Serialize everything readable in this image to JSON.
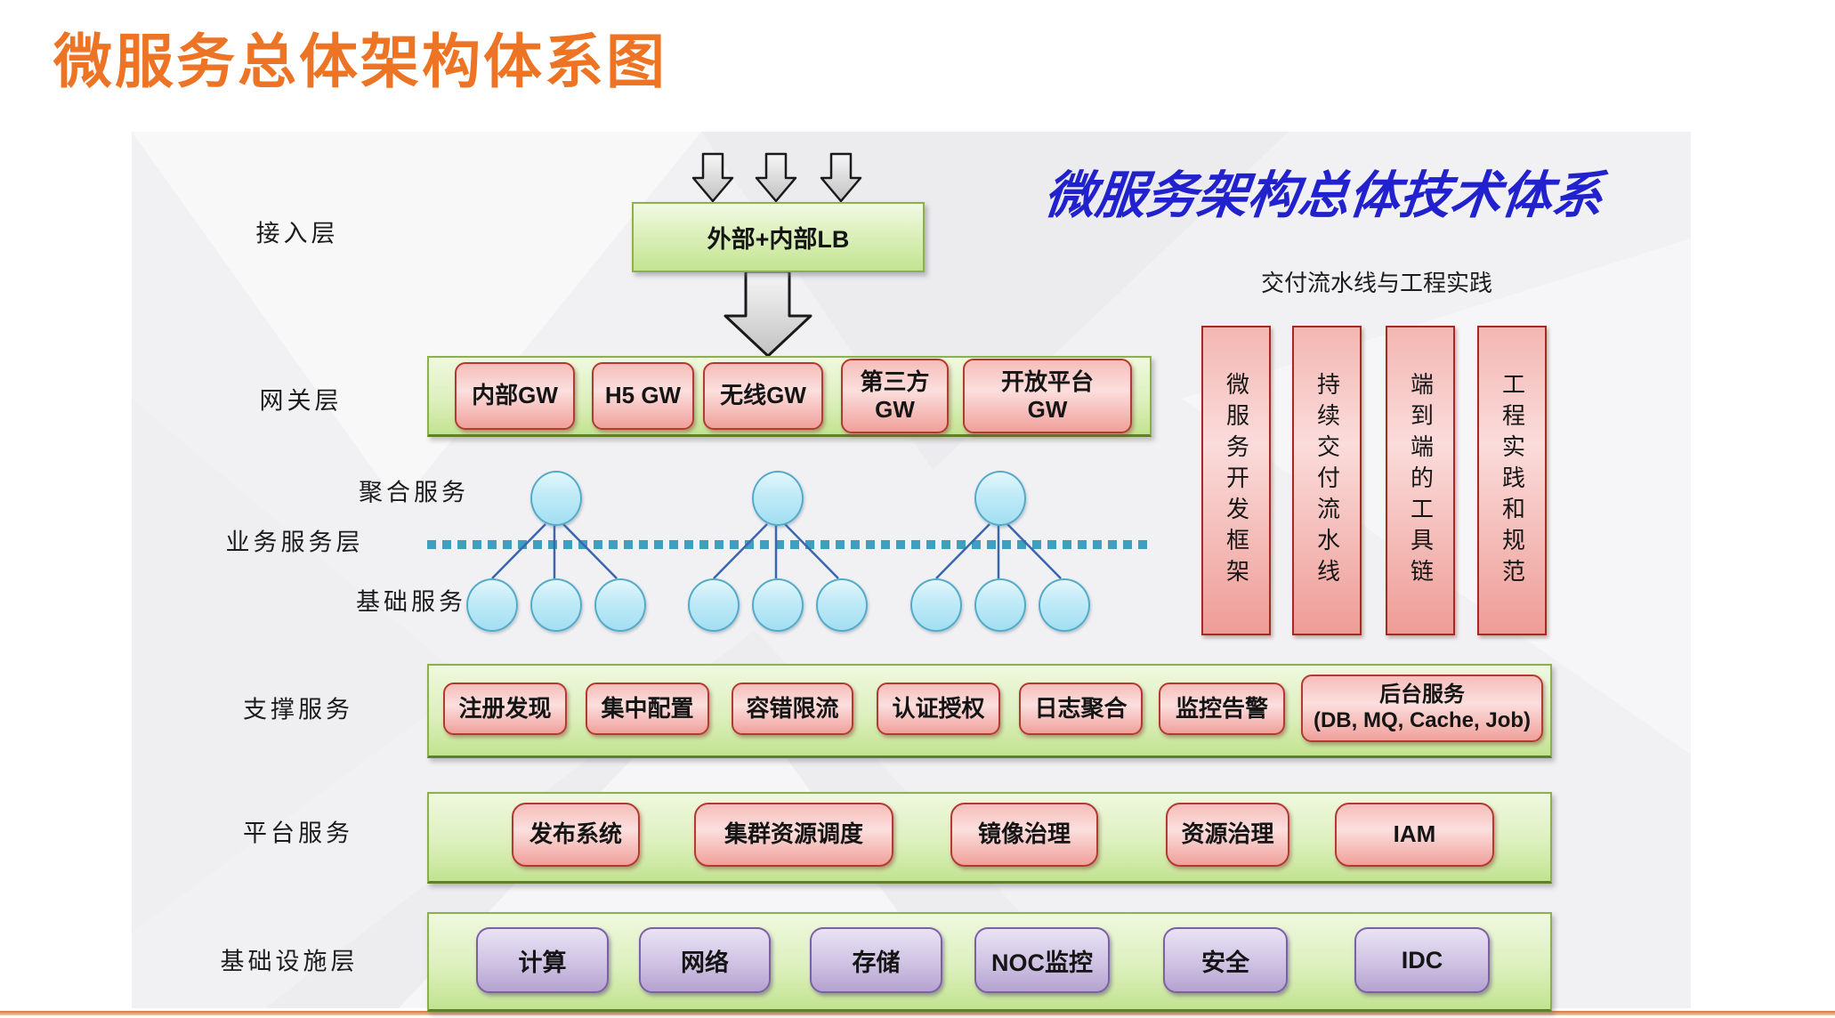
{
  "slide": {
    "title": "微服务总体架构体系图",
    "right_title": "微服务架构总体技术体系",
    "pipeline": {
      "title": "交付流水线与工程实践",
      "items": [
        "微服务开发框架",
        "持续交付流水线",
        "端到端的工具链",
        "工程实践和规范"
      ]
    },
    "access_layer": {
      "label": "接入层",
      "lb": "外部+内部LB"
    },
    "gateway_layer": {
      "label": "网关层",
      "items": [
        "内部GW",
        "H5 GW",
        "无线GW",
        "第三方\nGW",
        "开放平台\nGW"
      ]
    },
    "business_layer": {
      "label": "业务服务层",
      "aggregation_label": "聚合服务",
      "base_label": "基础服务"
    },
    "support_layer": {
      "label": "支撑服务",
      "items": [
        "注册发现",
        "集中配置",
        "容错限流",
        "认证授权",
        "日志聚合",
        "监控告警",
        "后台服务\n(DB, MQ, Cache, Job)"
      ]
    },
    "platform_layer": {
      "label": "平台服务",
      "items": [
        "发布系统",
        "集群资源调度",
        "镜像治理",
        "资源治理",
        "IAM"
      ]
    },
    "infra_layer": {
      "label": "基础设施层",
      "items": [
        "计算",
        "网络",
        "存储",
        "NOC监控",
        "安全",
        "IDC"
      ]
    }
  },
  "colors": {
    "title_orange": "#ED7425",
    "right_title_blue": "#2121CE",
    "green_border": "#8DB04E",
    "green_fill": "#D9EFB7",
    "pink_border": "#B23A31",
    "pink_fill": "#F6B6B1",
    "purple_border": "#7C60A5",
    "purple_fill": "#CFC2E3",
    "circle_fill": "#B9E7F6",
    "circle_border": "#54ABC9",
    "dotted_line_teal": "#3E9FBF",
    "connector_blue": "#3A66B0",
    "bottom_rule_orange": "#CE7B47"
  }
}
